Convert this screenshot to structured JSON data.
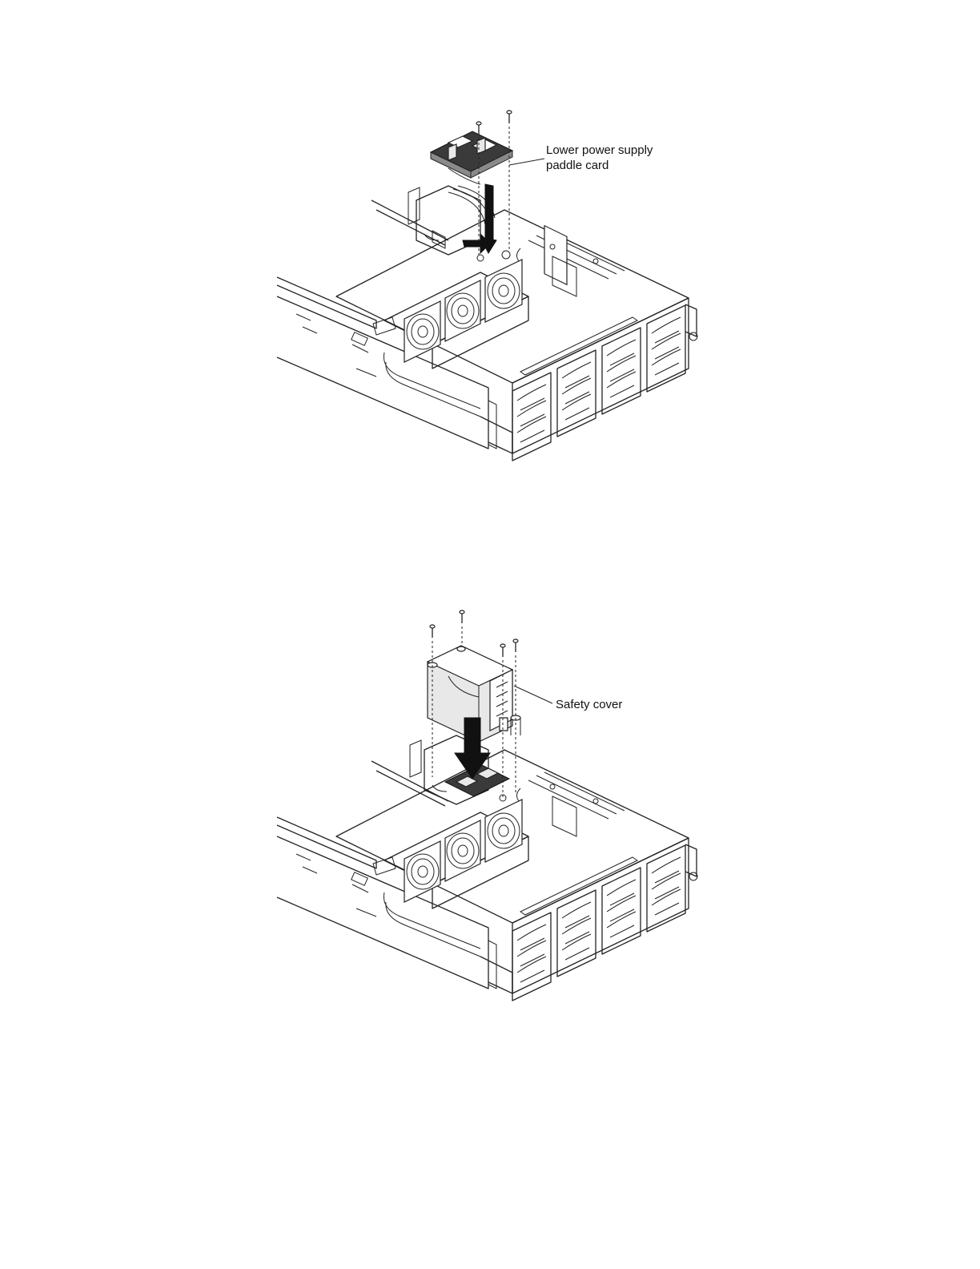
{
  "figures": [
    {
      "callout": {
        "line1": "Lower power supply",
        "line2": "paddle card"
      }
    },
    {
      "callout": {
        "line1": "Safety cover"
      }
    }
  ]
}
